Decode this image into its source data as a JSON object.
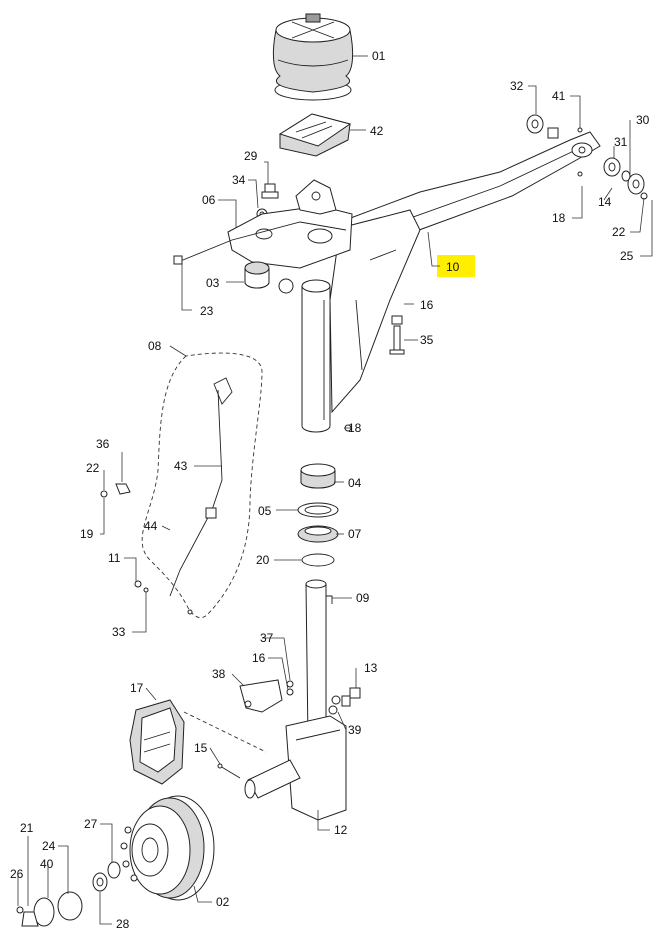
{
  "highlighted_part": "10",
  "colors": {
    "highlight": "#ffee00",
    "line": "#222222"
  },
  "labels": {
    "p01": "01",
    "p42": "42",
    "p29": "29",
    "p34": "34",
    "p06": "06",
    "p03": "03",
    "p23": "23",
    "p10": "10",
    "p32": "32",
    "p41": "41",
    "p31": "31",
    "p30": "30",
    "p14": "14",
    "p18a": "18",
    "p22a": "22",
    "p25": "25",
    "p16a": "16",
    "p35": "35",
    "p08": "08",
    "p18b": "18",
    "p36": "36",
    "p22b": "22",
    "p43": "43",
    "p19": "19",
    "p04": "04",
    "p05": "05",
    "p07": "07",
    "p44": "44",
    "p11": "11",
    "p20": "20",
    "p09": "09",
    "p33": "33",
    "p37": "37",
    "p16b": "16",
    "p13": "13",
    "p38": "38",
    "p17": "17",
    "p39": "39",
    "p15": "15",
    "p12": "12",
    "p21": "21",
    "p27": "27",
    "p24": "24",
    "p40": "40",
    "p26": "26",
    "p28": "28",
    "p02": "02"
  }
}
